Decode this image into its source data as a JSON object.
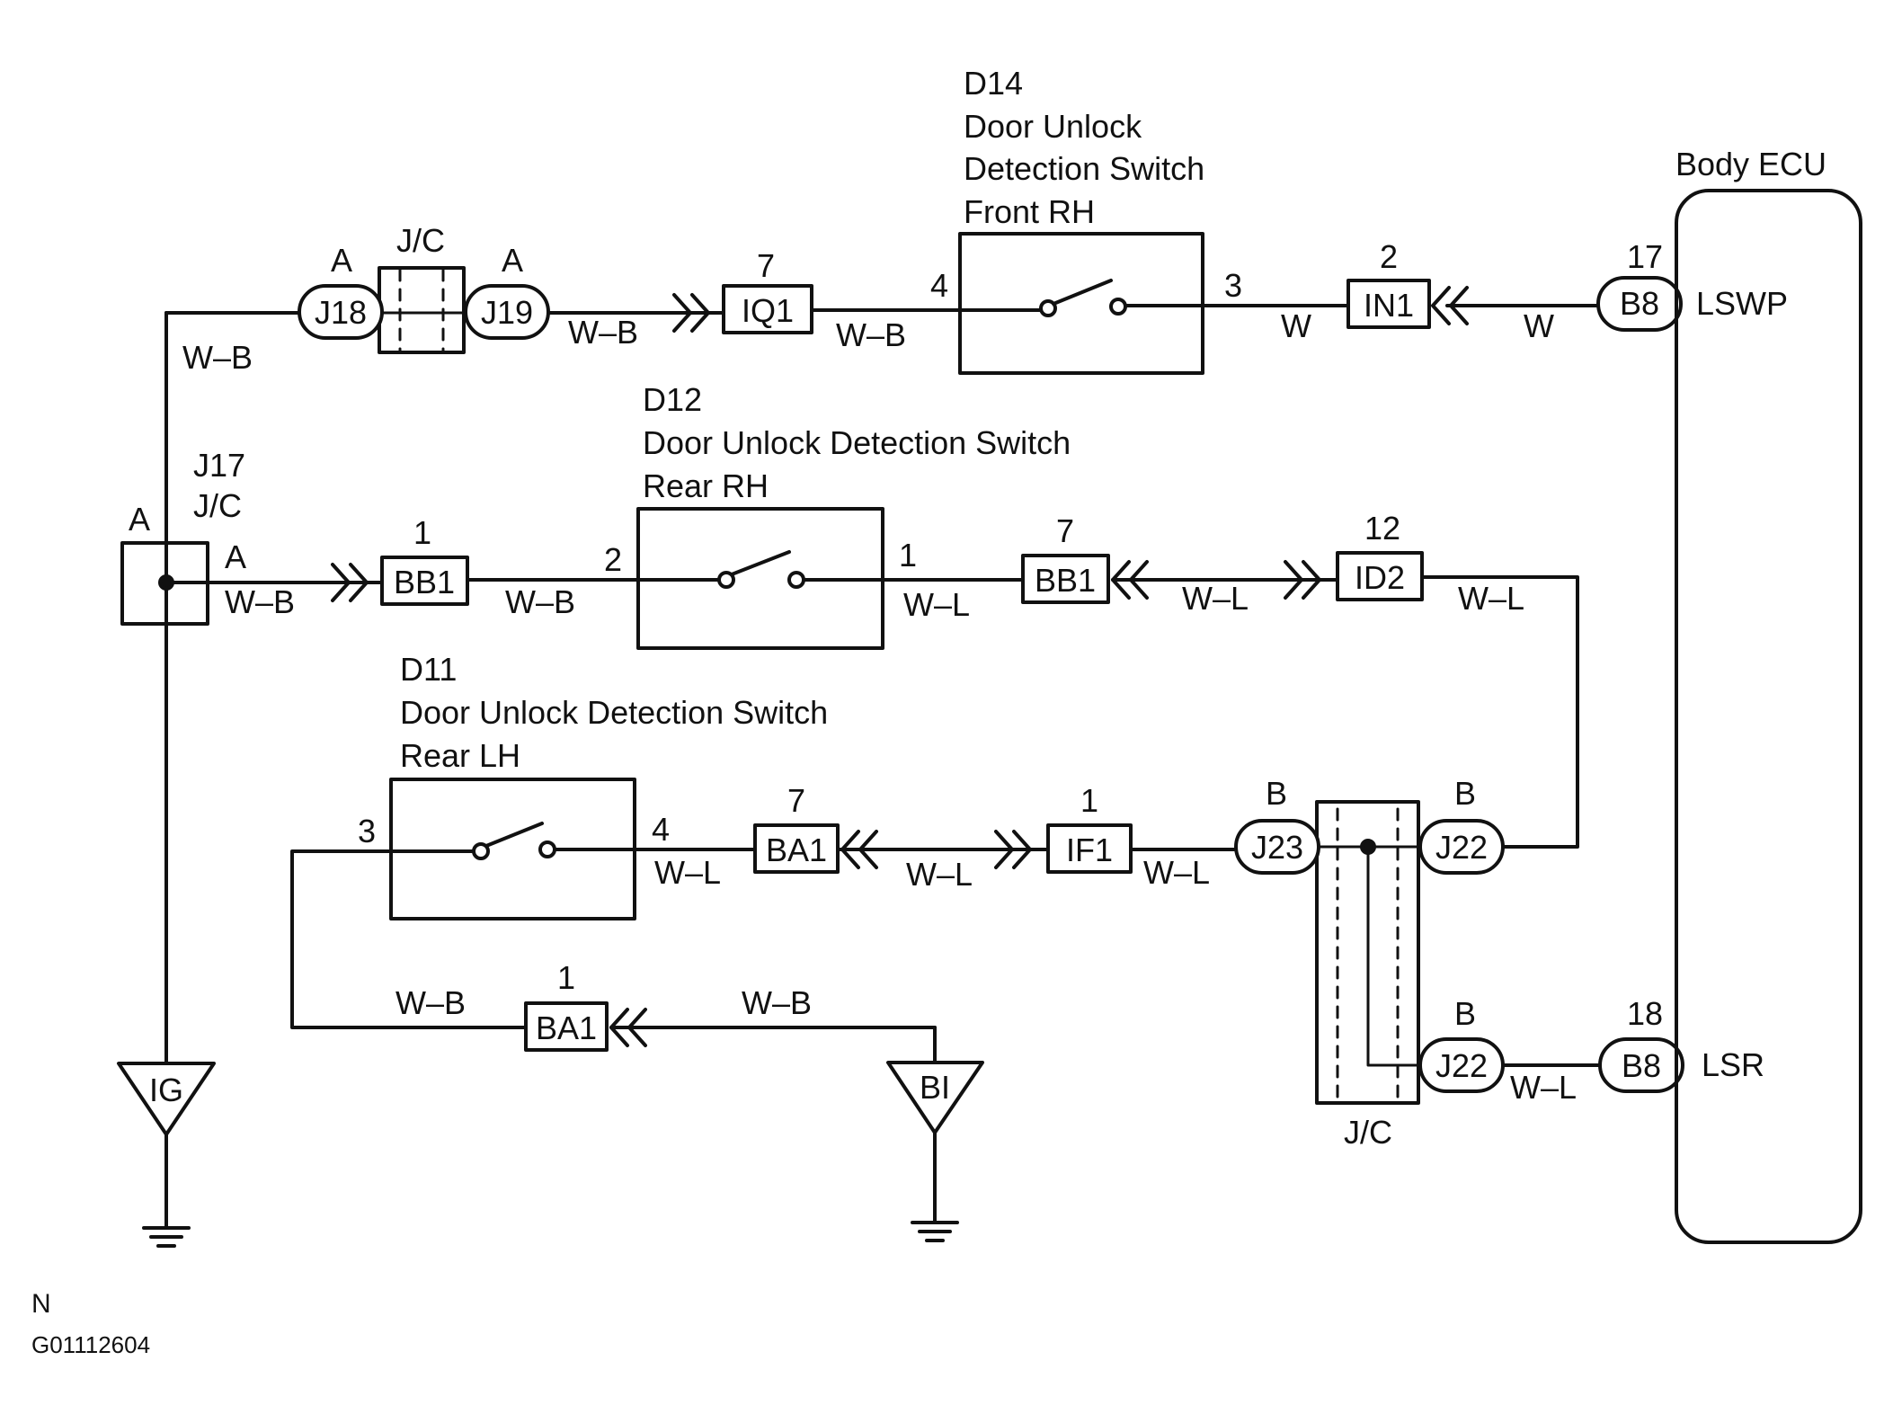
{
  "components": {
    "d14": {
      "code": "D14",
      "name_line1": "Door Unlock",
      "name_line2": "Detection Switch",
      "name_line3": "Front RH",
      "pin_left": "4",
      "pin_right": "3"
    },
    "d12": {
      "code": "D12",
      "name_line1": "Door Unlock Detection Switch",
      "name_line2": "Rear RH",
      "pin_left": "2",
      "pin_right": "1"
    },
    "d11": {
      "code": "D11",
      "name_line1": "Door Unlock Detection Switch",
      "name_line2": "Rear LH",
      "pin_left": "3",
      "pin_right": "4"
    },
    "body_ecu": {
      "title": "Body ECU",
      "terminal_lswp": "LSWP",
      "terminal_lsr": "LSR"
    },
    "j17": {
      "code": "J17",
      "type": "J/C",
      "pin_a_left": "A",
      "pin_a_right": "A"
    },
    "jc_top": {
      "label": "J/C",
      "pin_left": "A",
      "pin_right": "A"
    },
    "jc_bottom": {
      "label": "J/C",
      "pin_left": "B",
      "pin_right_top": "B",
      "pin_right_bottom": "B"
    }
  },
  "connectors": {
    "j18": "J18",
    "j19": "J19",
    "iq1": "IQ1",
    "iq1_pin": "7",
    "in1": "IN1",
    "in1_pin": "2",
    "b8_top": "B8",
    "b8_top_pin": "17",
    "bb1_a": "BB1",
    "bb1_a_pin": "1",
    "bb1_b": "BB1",
    "bb1_b_pin": "7",
    "id2": "ID2",
    "id2_pin": "12",
    "ba1_a": "BA1",
    "ba1_a_pin": "7",
    "if1": "IF1",
    "if1_pin": "1",
    "j23": "J23",
    "j22_top": "J22",
    "j22_bottom": "J22",
    "b8_bottom": "B8",
    "b8_bottom_pin": "18",
    "ba1_b": "BA1",
    "ba1_b_pin": "1"
  },
  "wires": {
    "top_left_vertical": "W–B",
    "top_j19_iq1": "W–B",
    "top_iq1_d14": "W–B",
    "top_d14_in1": "W",
    "top_in1_b8": "W",
    "mid_j17_bb1": "W–B",
    "mid_bb1_d12": "W–B",
    "mid_d12_bb1": "W–L",
    "mid_bb1_id2": "W–L",
    "mid_id2_j22": "W–L",
    "low_d11_ba1": "W–L",
    "low_ba1_if1": "W–L",
    "low_if1_j23": "W–L",
    "low_j22_b8": "W–L",
    "bottom_d11_ba1": "W–B",
    "bottom_ba1_bi": "W–B"
  },
  "grounds": {
    "ig": "IG",
    "bi": "BI"
  },
  "footer": {
    "marker": "N",
    "figure_id": "G01112604"
  }
}
